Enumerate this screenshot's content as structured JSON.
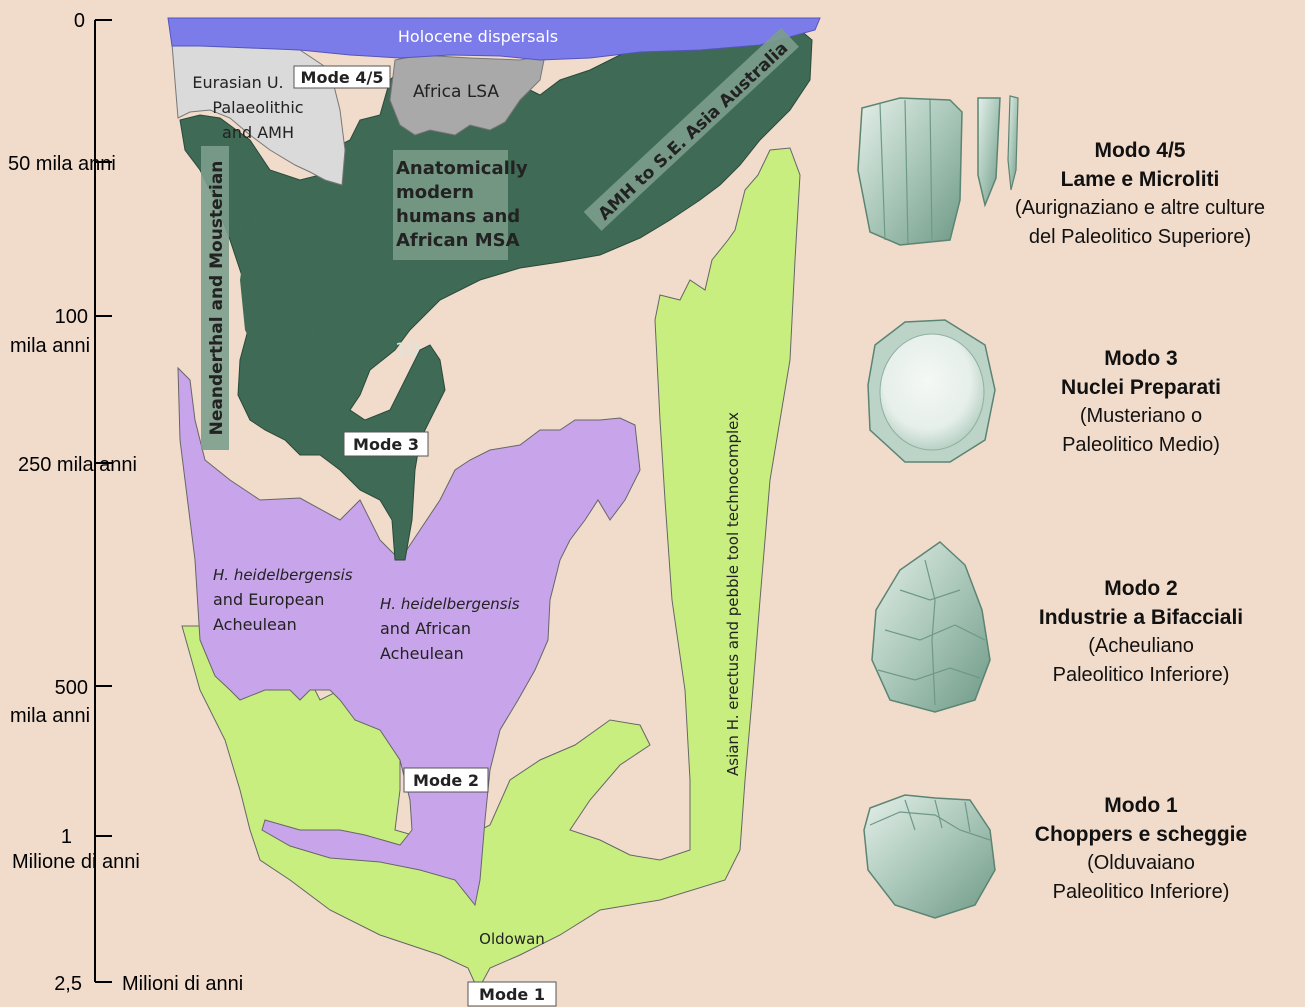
{
  "axis": {
    "ticks": [
      {
        "value": "0",
        "unit": ""
      },
      {
        "value": "50 mila anni",
        "unit": ""
      },
      {
        "value": "100",
        "unit": "mila anni"
      },
      {
        "value": "250 mila anni",
        "unit": ""
      },
      {
        "value": "500",
        "unit": "mila anni"
      },
      {
        "value": "1",
        "unit": "Milione di anni"
      },
      {
        "value": "2,5",
        "unit": "Milioni di anni"
      }
    ]
  },
  "regions": {
    "holocene": "Holocene dispersals",
    "eurasian": [
      "Eurasian U.",
      "Palaeolithic",
      "and AMH"
    ],
    "mode45": "Mode 4/5",
    "africa_lsa": "Africa LSA",
    "amh": [
      "Anatomically",
      "modern",
      "humans and",
      "African MSA"
    ],
    "amh_asia": "AMH to S.E. Asia Australia",
    "neanderthal": "Neanderthal and Mousterian",
    "ten": "10",
    "mode3": "Mode 3",
    "heid_eu": [
      "H. heidelbergensis",
      "and European",
      "Acheulean"
    ],
    "heid_af": [
      "H. heidelbergensis",
      "and African",
      "Acheulean"
    ],
    "asian": "Asian H. erectus and pebble tool technocomplex",
    "mode2": "Mode 2",
    "oldowan": "Oldowan",
    "mode1": "Mode 1"
  },
  "tools": [
    {
      "title": [
        "Modo 4/5",
        "Lame e Microliti"
      ],
      "desc": [
        "(Aurignaziano e altre culture",
        "del Paleolitico Superiore)"
      ]
    },
    {
      "title": [
        "Modo 3",
        "Nuclei Preparati"
      ],
      "desc": [
        "(Musteriano o",
        "Paleolitico Medio)"
      ]
    },
    {
      "title": [
        "Modo 2",
        "Industrie a Bifacciali"
      ],
      "desc": [
        "(Acheuliano",
        "Paleolitico Inferiore)"
      ]
    },
    {
      "title": [
        "Modo 1",
        "Choppers e scheggie"
      ],
      "desc": [
        "(Olduvaiano",
        "Paleolitico Inferiore)"
      ]
    }
  ],
  "colors": {
    "background": "#f1dccc",
    "holocene": "#7b7bea",
    "dark_green": "#3f6a55",
    "light_green": "#c8ee80",
    "purple": "#c8a4ea",
    "grey": "#a9a9a9",
    "light_grey": "#dadada",
    "tool": "#a9c7b9"
  }
}
